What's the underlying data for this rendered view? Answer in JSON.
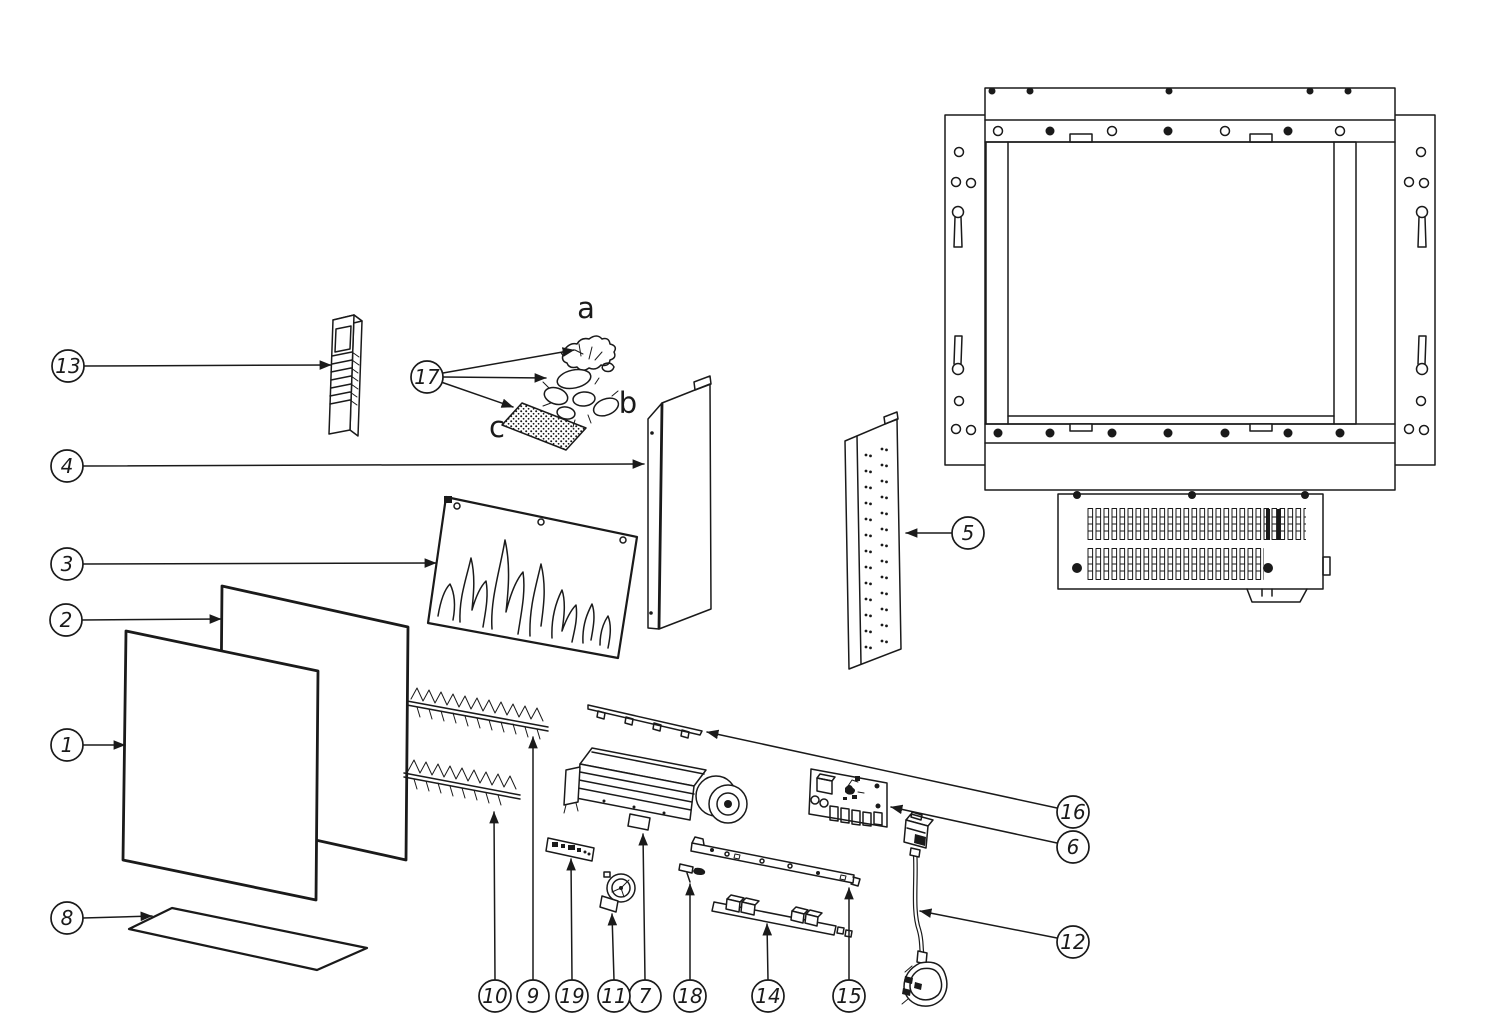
{
  "colors": {
    "line": "#1a1a1a",
    "background": "#ffffff"
  },
  "callouts": [
    {
      "label": "1"
    },
    {
      "label": "2"
    },
    {
      "label": "3"
    },
    {
      "label": "4"
    },
    {
      "label": "5"
    },
    {
      "label": "6"
    },
    {
      "label": "7"
    },
    {
      "label": "8"
    },
    {
      "label": "9"
    },
    {
      "label": "10"
    },
    {
      "label": "11"
    },
    {
      "label": "12"
    },
    {
      "label": "13"
    },
    {
      "label": "14"
    },
    {
      "label": "15"
    },
    {
      "label": "16"
    },
    {
      "label": "17"
    },
    {
      "label": "18"
    },
    {
      "label": "19"
    }
  ],
  "item_letters": [
    {
      "label": "a"
    },
    {
      "label": "b"
    },
    {
      "label": "c"
    }
  ]
}
